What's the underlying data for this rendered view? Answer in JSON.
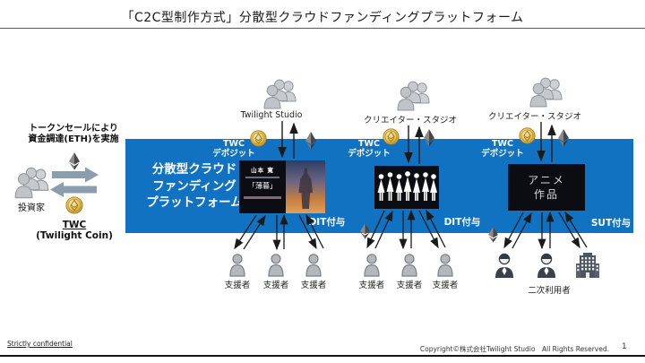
{
  "title": "「C2C型制作方式」分散型クラウドファンディングプラットフォーム",
  "colors": {
    "platform_blue": "#1172C2",
    "coin_gold": "#E6C25A",
    "eth_diamond_gray": "#4A4A4A",
    "flow_arrow_black": "#1A1A1A",
    "exchange_arrow_gray": "#8C9DAD",
    "project_box_black": "#0B0D13"
  },
  "investor_section": {
    "headline_line1": "トークンセールにより",
    "headline_line2": "資金調達(ETH)を実施",
    "investor_label": "投資家",
    "coin_label": "TWC",
    "coin_sublabel": "(Twilight Coin)"
  },
  "platform": {
    "name_line1": "分散型クラウド",
    "name_line2": "ファンディング",
    "name_line3": "プラットフォーム",
    "deposits": [
      {
        "line1": "TWC",
        "line2": "デポジット"
      },
      {
        "line1": "TWC",
        "line2": "デポジット"
      },
      {
        "line1": "TWC",
        "line2": "デポジット"
      }
    ],
    "grants": [
      "DIT付与",
      "DIT付与",
      "SUT付与"
    ]
  },
  "top_entities": [
    {
      "label": "Twilight Studio"
    },
    {
      "label": "クリエイター・スタジオ"
    },
    {
      "label": "クリエイター・スタジオ"
    }
  ],
  "projects": {
    "poster": {
      "author": "山本 寛",
      "title": "「薄暮」"
    },
    "anime_work": {
      "line1": "アニメ",
      "line2": "作品"
    }
  },
  "supporters": [
    "支援者",
    "支援者",
    "支援者",
    "支援者",
    "支援者",
    "支援者"
  ],
  "secondary_users_label": "二次利用者",
  "footer": {
    "confidential": "Strictly confidential",
    "copyright": "Copyright©株式会社Twilight Studio　All Rights Reserved.",
    "page": "1"
  }
}
